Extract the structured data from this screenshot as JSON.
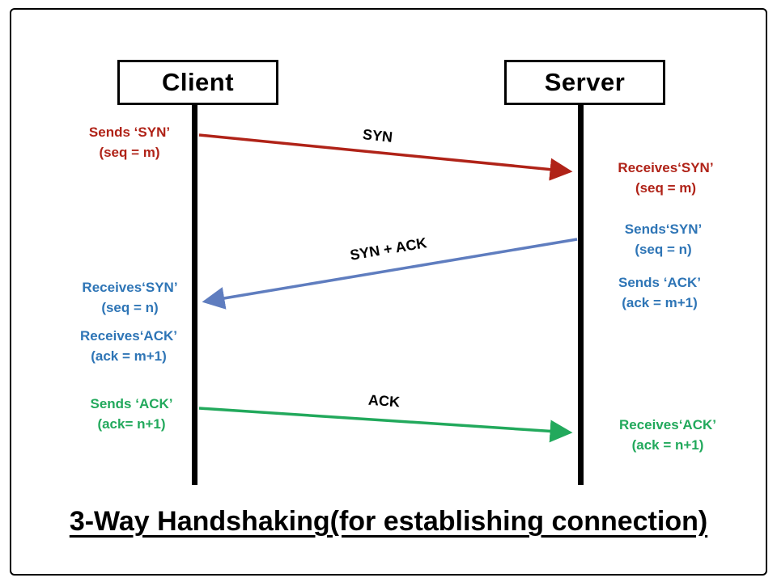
{
  "actors": {
    "client": "Client",
    "server": "Server"
  },
  "messages": {
    "syn": {
      "label": "SYN",
      "color": "#b02318"
    },
    "synack": {
      "label": "SYN + ACK",
      "color": "#5f7dbf"
    },
    "ack": {
      "label": "ACK",
      "color": "#22a95c"
    }
  },
  "notes": {
    "client_send_syn": {
      "line1": "Sends ‘SYN’",
      "line2": "(seq = m)"
    },
    "server_recv_syn": {
      "line1": "Receives‘SYN’",
      "line2": "(seq = m)"
    },
    "server_send_syn": {
      "line1": "Sends‘SYN’",
      "line2": "(seq = n)"
    },
    "server_send_ack": {
      "line1": "Sends ‘ACK’",
      "line2": "(ack = m+1)"
    },
    "client_recv_syn": {
      "line1": "Receives‘SYN’",
      "line2": "(seq = n)"
    },
    "client_recv_ack": {
      "line1": "Receives‘ACK’",
      "line2": "(ack = m+1)"
    },
    "client_send_ack": {
      "line1": "Sends ‘ACK’",
      "line2": "(ack= n+1)"
    },
    "server_recv_ack": {
      "line1": "Receives‘ACK’",
      "line2": "(ack = n+1)"
    }
  },
  "title": "3-Way Handshaking(for establishing connection)",
  "colors": {
    "red_arrow": "#b02318",
    "blue_arrow": "#5f7dbf",
    "green_arrow": "#22a95c",
    "blue_text": "#2e75b6",
    "lifeline": "#000000"
  }
}
